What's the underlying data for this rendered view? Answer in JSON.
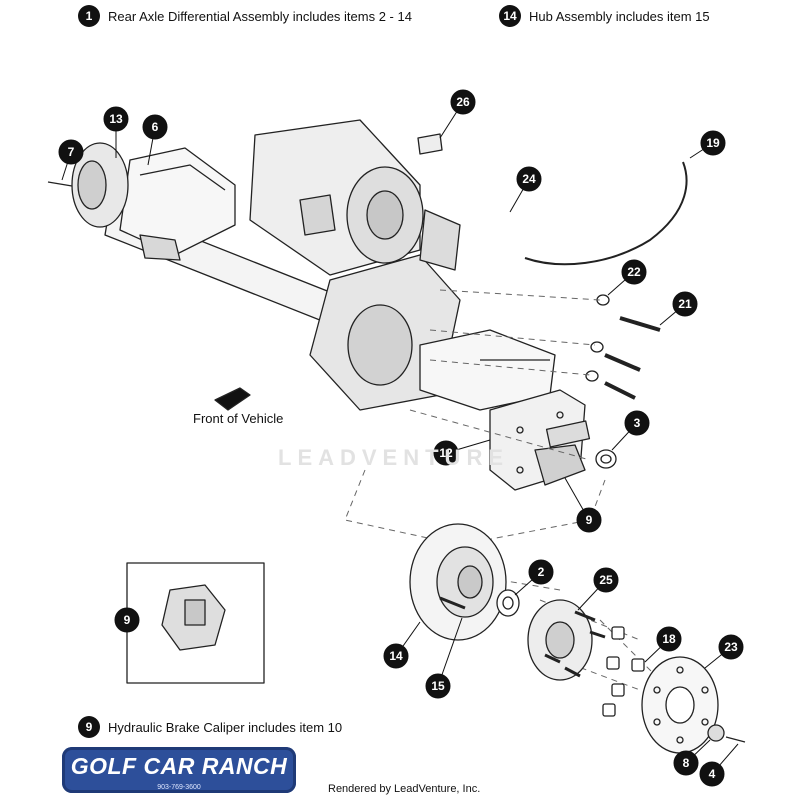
{
  "notes": {
    "rear_axle": {
      "number": "1",
      "text": "Rear Axle Differential Assembly includes items 2 - 14"
    },
    "hub": {
      "number": "14",
      "text": "Hub Assembly includes item 15"
    },
    "caliper": {
      "number": "9",
      "text": "Hydraulic Brake Caliper includes item 10"
    }
  },
  "front_label": "Front of Vehicle",
  "watermark": "LEADVENTURE",
  "logo": {
    "name": "GOLF CAR RANCH",
    "phone": "903-769-3600"
  },
  "rendered_by": "Rendered by LeadVenture, Inc.",
  "callouts": [
    "26",
    "13",
    "6",
    "7",
    "19",
    "24",
    "22",
    "21",
    "3",
    "12",
    "9",
    "2",
    "25",
    "18",
    "23",
    "14",
    "15",
    "8",
    "4",
    "9"
  ]
}
